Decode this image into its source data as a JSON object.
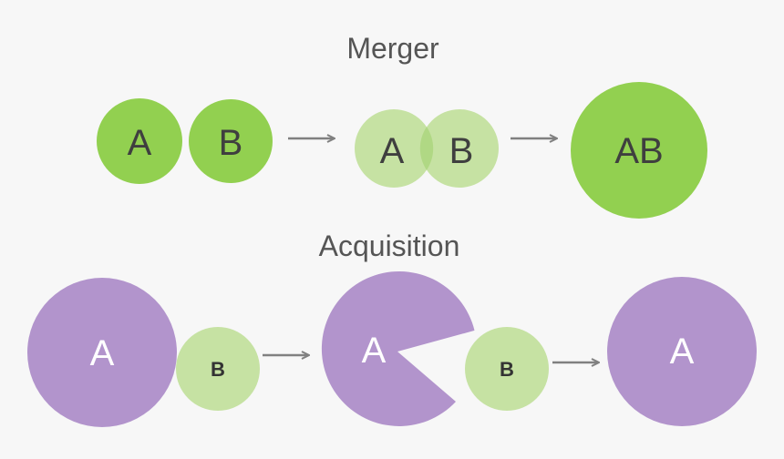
{
  "merger": {
    "title": "Merger",
    "step1": {
      "a": "A",
      "b": "B"
    },
    "step2": {
      "a": "A",
      "b": "B"
    },
    "result": "AB"
  },
  "acquisition": {
    "title": "Acquisition",
    "step1": {
      "a": "A",
      "b": "B"
    },
    "step2": {
      "a": "A",
      "b": "B"
    },
    "result": "A"
  },
  "colors": {
    "green": "#92d050",
    "light_green": "#c6e2a3",
    "overlap_green": "#b0d884",
    "purple": "#b294cc",
    "arrow": "#808080",
    "background": "#f7f7f7"
  }
}
